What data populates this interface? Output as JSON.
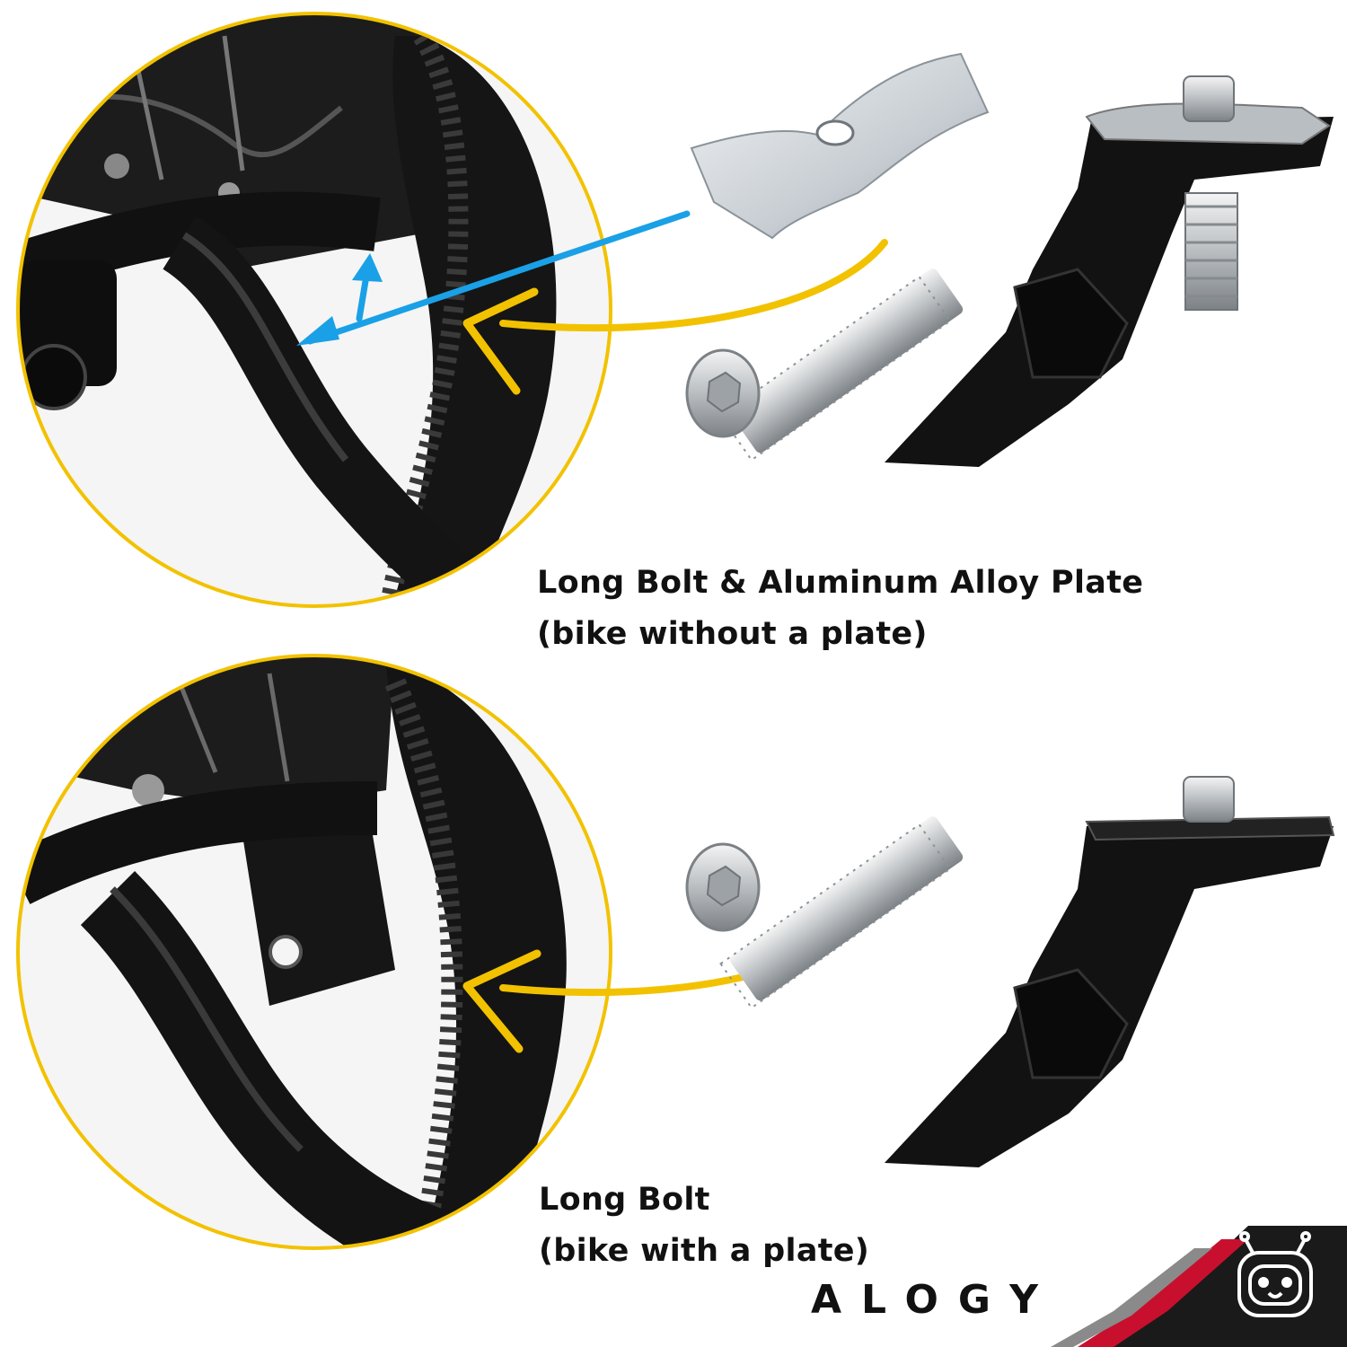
{
  "panel_top": {
    "caption_line1": "Long Bolt & Aluminum Alloy Plate",
    "caption_line2": "(bike without a plate)"
  },
  "panel_bottom": {
    "caption_line1": "Long Bolt",
    "caption_line2": "(bike with a plate)"
  },
  "brand": {
    "name": "ALOGY"
  },
  "colors": {
    "callout_circle": "#f2c200",
    "blue_arrow": "#1aa0e6",
    "yellow_arrow": "#f2c200",
    "brand_red": "#c8102e",
    "brand_dark": "#1a1a1a"
  }
}
